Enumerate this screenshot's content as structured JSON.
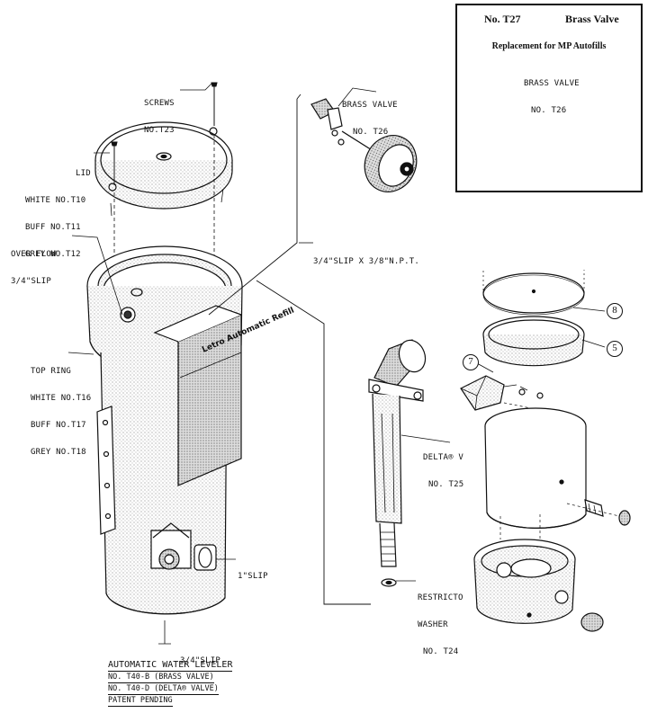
{
  "inset": {
    "number": "No. T27",
    "name": "Brass Valve",
    "subtitle": "Replacement for MP Autofills",
    "label_lines": [
      "BRASS VALVE",
      "NO. T26"
    ]
  },
  "labels": {
    "screws": [
      "SCREWS",
      "NO.T23"
    ],
    "lid": [
      "LID",
      "WHITE NO.T10",
      "BUFF NO.T11",
      "GREY NO.T12"
    ],
    "overflow": [
      "OVER FLOW",
      "3/4\"SLIP"
    ],
    "brass_valve": [
      "BRASS VALVE",
      "NO. T26"
    ],
    "slip_npt": [
      "3/4\"SLIP X 3/8\"N.P.T."
    ],
    "top_ring": [
      "TOP RING",
      "WHITE NO.T16",
      "BUFF NO.T17",
      "GREY NO.T18"
    ],
    "delta_valve": [
      "DELTA® V",
      "NO. T25"
    ],
    "one_inch_slip": [
      "1\"SLIP"
    ],
    "restrictor": [
      "RESTRICTO",
      "WASHER",
      "NO. T24"
    ],
    "three_quarter_slip": [
      "3/4\"SLIP"
    ]
  },
  "brand_text": "Letro Automatic Refill",
  "callouts": [
    "8",
    "5",
    "7"
  ],
  "caption": {
    "title": "AUTOMATIC WATER LEVELER",
    "line1": "NO. T40-B (BRASS VALVE)",
    "line2": "NO. T40-D (DELTA® VALVE)",
    "line3": "PATENT PENDING"
  }
}
